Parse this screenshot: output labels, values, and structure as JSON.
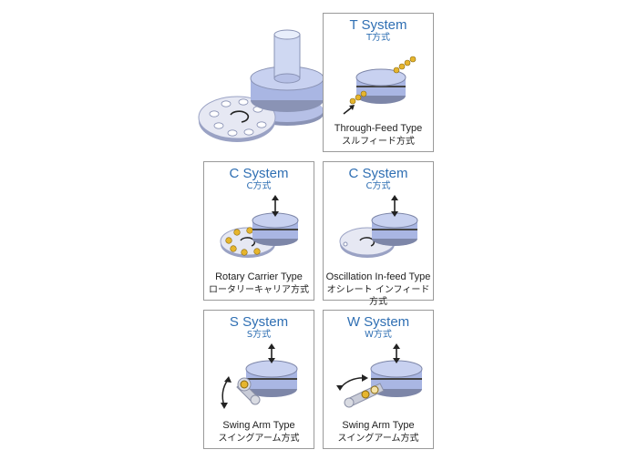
{
  "panels": {
    "t": {
      "title": "T System",
      "subtitle": "T方式",
      "desc_en": "Through-Feed Type",
      "desc_jp": "スルフィード方式"
    },
    "c1": {
      "title": "C System",
      "subtitle": "C方式",
      "desc_en": "Rotary Carrier Type",
      "desc_jp": "ロータリーキャリア方式"
    },
    "c2": {
      "title": "C System",
      "subtitle": "C方式",
      "desc_en": "Oscillation In-feed Type",
      "desc_jp": "オシレート インフィード方式"
    },
    "s": {
      "title": "S System",
      "subtitle": "S方式",
      "desc_en": "Swing Arm Type",
      "desc_jp": "スイングアーム方式"
    },
    "w": {
      "title": "W System",
      "subtitle": "W方式",
      "desc_en": "Swing Arm Type",
      "desc_jp": "スイングアーム方式"
    }
  },
  "colors": {
    "title_blue": "#2f6fb3",
    "wheel_blue": "#a9b6e3",
    "workpiece_gold": "#e6b52d",
    "plate_gray": "#d9dbe2"
  }
}
